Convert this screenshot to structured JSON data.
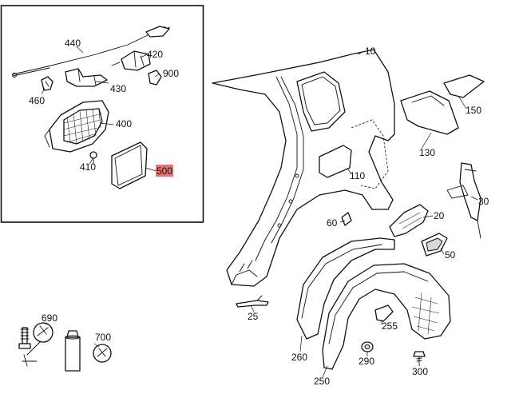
{
  "diagram": {
    "highlight_color": "#e57373",
    "highlighted_part": "500",
    "callouts": {
      "p10": "10",
      "p20": "20",
      "p25": "25",
      "p30": "30",
      "p50": "50",
      "p60": "60",
      "p110": "110",
      "p130": "130",
      "p150": "150",
      "p250": "250",
      "p255": "255",
      "p260": "260",
      "p290": "290",
      "p300": "300",
      "p400": "400",
      "p410": "410",
      "p420": "420",
      "p430": "430",
      "p440": "440",
      "p460": "460",
      "p500": "500",
      "p690": "690",
      "p700": "700",
      "p900": "900"
    }
  }
}
